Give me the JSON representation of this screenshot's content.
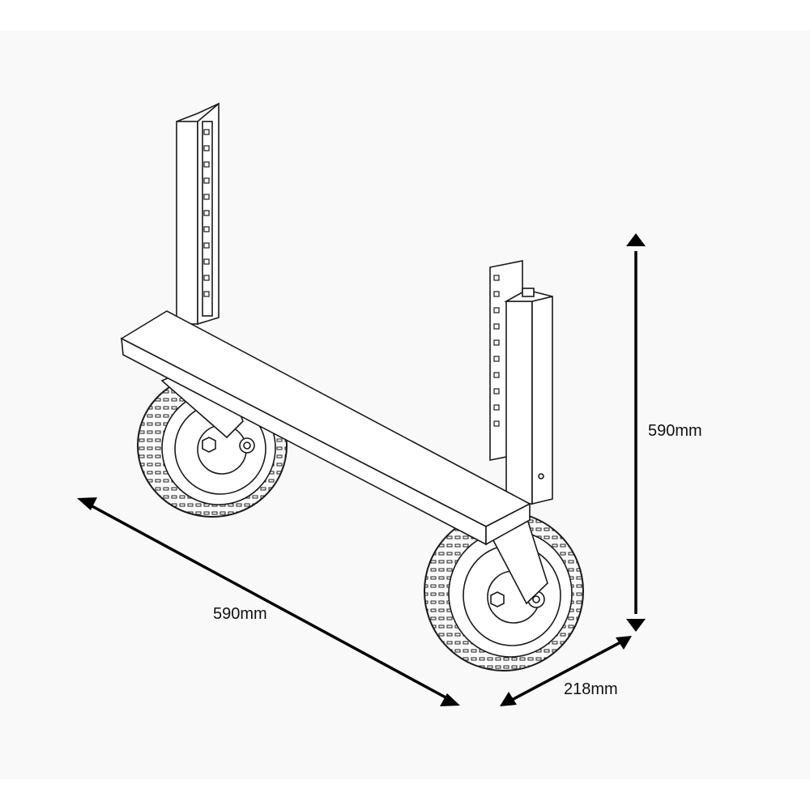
{
  "dimensions": {
    "height": "590mm",
    "width": "590mm",
    "depth": "218mm"
  },
  "colors": {
    "background": "#f9f9f9",
    "line": "#1a1a1a",
    "arrow": "#000000"
  },
  "icons": {
    "frame": "wheeled-stand-line-drawing"
  }
}
